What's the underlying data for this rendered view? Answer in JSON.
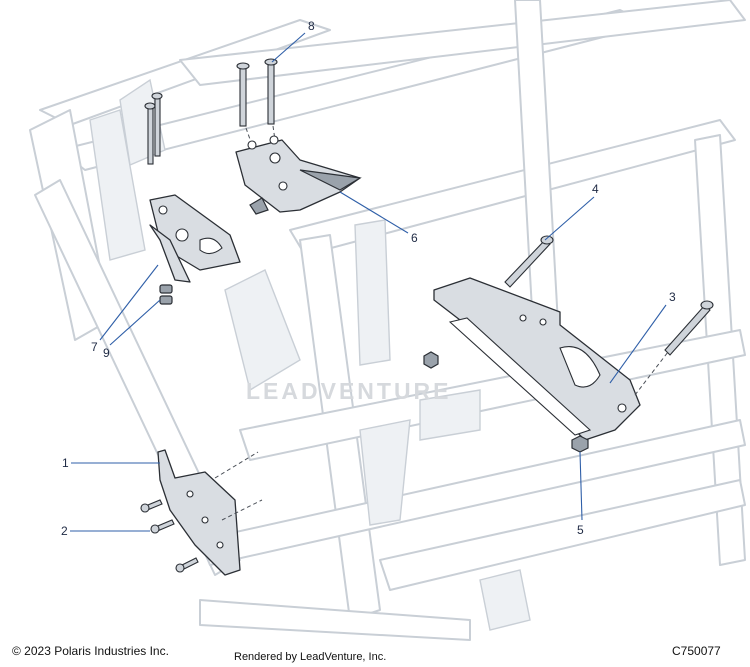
{
  "callouts": [
    "1",
    "2",
    "3",
    "4",
    "5",
    "6",
    "7",
    "8",
    "9"
  ],
  "footer": {
    "copyright": "© 2023 Polaris Industries Inc.",
    "rendered_by": "Rendered by LeadVenture, Inc.",
    "diagram_id": "C750077"
  },
  "watermark": {
    "brand": "LEADVENTURE"
  }
}
